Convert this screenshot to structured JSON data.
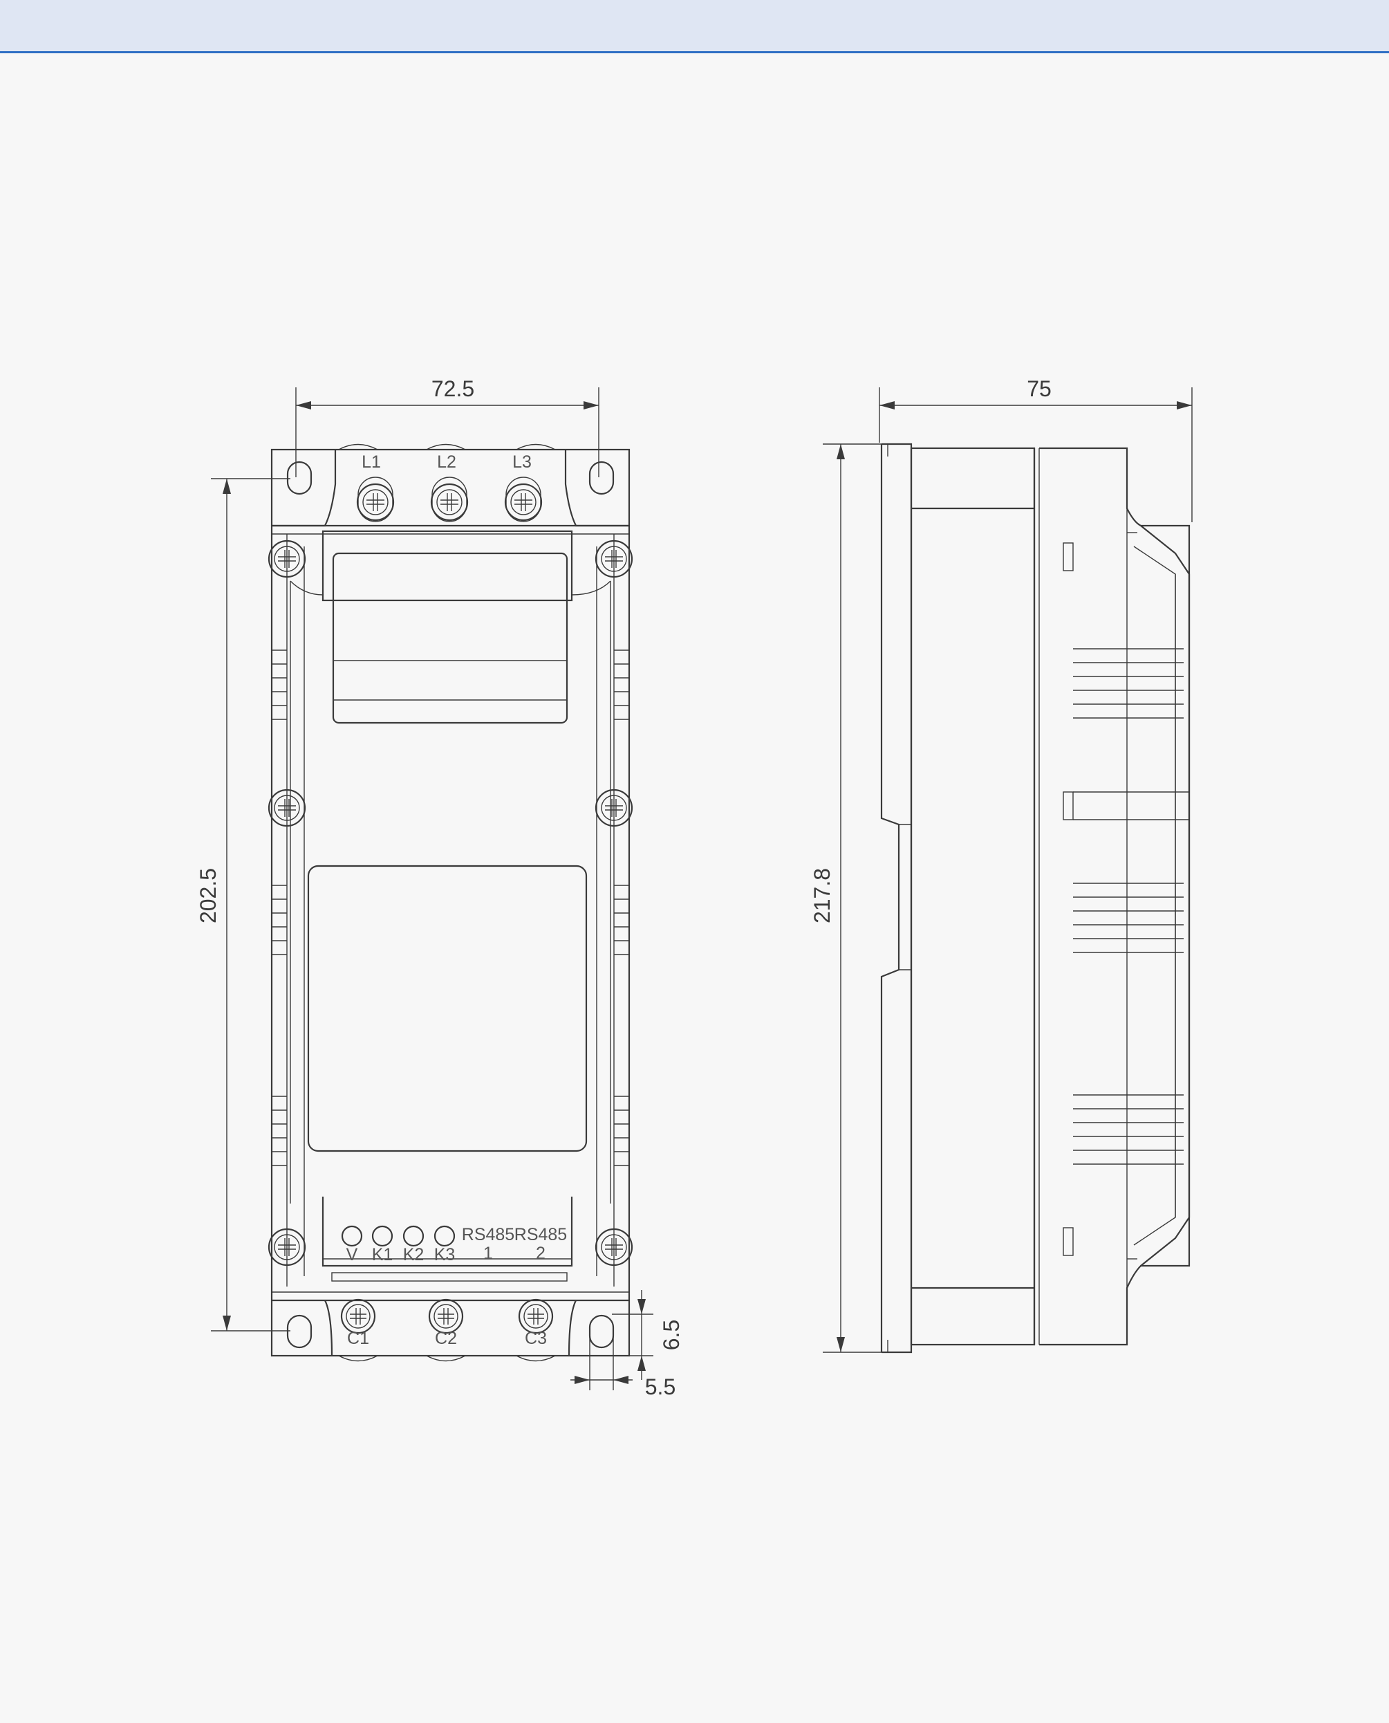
{
  "dimensions": {
    "front_width": "72.5",
    "front_height": "202.5",
    "foot_height": "6.5",
    "foot_width": "5.5",
    "side_depth": "75",
    "side_height": "217.8"
  },
  "terminals": {
    "top": [
      "L1",
      "L2",
      "L3"
    ],
    "bottom": [
      "C1",
      "C2",
      "C3"
    ],
    "signal": [
      "V",
      "K1",
      "K2",
      "K3"
    ],
    "rs485_1": [
      "RS485",
      "1"
    ],
    "rs485_2": [
      "RS485",
      "2"
    ]
  },
  "colors": {
    "header_band": "#dfe6f3",
    "header_rule": "#2f6fc4",
    "line": "#3a3a3a",
    "background": "#f7f7f7"
  }
}
